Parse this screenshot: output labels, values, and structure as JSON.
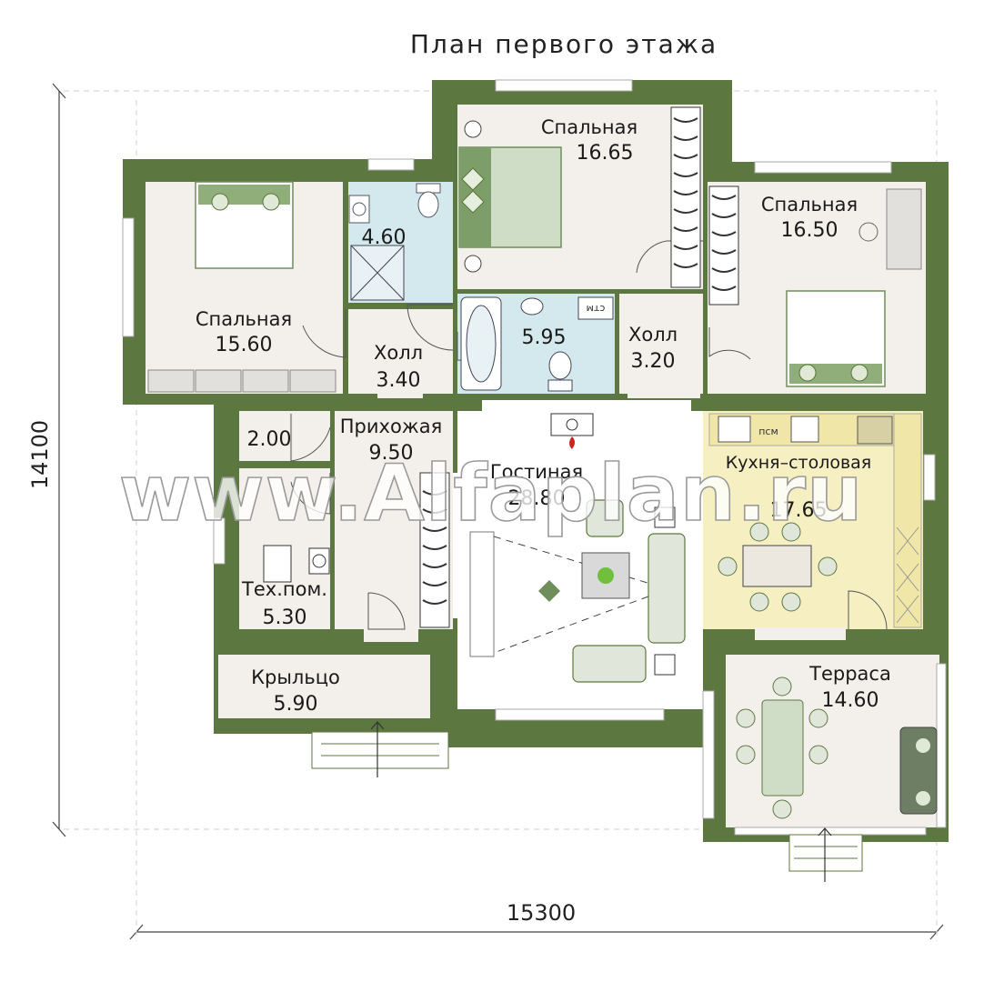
{
  "plan": {
    "title": "План первого этажа",
    "dimensions": {
      "width": "15300",
      "height": "14100"
    },
    "watermark": "www.Alfaplan.ru",
    "colors": {
      "wall": "#5c7740",
      "floor": "#f3f0ec",
      "bath": "#d3e9ee",
      "kitchen": "#f5efc2",
      "living": "#ffffff",
      "furniture": "#6e8e5c",
      "text": "#1a1a1a"
    },
    "rooms": [
      {
        "id": "bedroom-1",
        "name": "Спальная",
        "area": "15.60"
      },
      {
        "id": "bathroom-1",
        "name": "",
        "area": "4.60"
      },
      {
        "id": "bedroom-2",
        "name": "Спальная",
        "area": "16.65"
      },
      {
        "id": "bedroom-3",
        "name": "Спальная",
        "area": "16.50"
      },
      {
        "id": "hall-1",
        "name": "Холл",
        "area": "3.40"
      },
      {
        "id": "bathroom-2",
        "name": "",
        "area": "5.95"
      },
      {
        "id": "hall-2",
        "name": "Холл",
        "area": "3.20"
      },
      {
        "id": "closet",
        "name": "",
        "area": "2.00"
      },
      {
        "id": "hallway",
        "name": "Прихожая",
        "area": "9.50"
      },
      {
        "id": "living",
        "name": "Гостиная",
        "area": "28.80"
      },
      {
        "id": "kitchen",
        "name": "Кухня–столовая",
        "area": "17.65"
      },
      {
        "id": "tech",
        "name": "Тех.пом.",
        "area": "5.30"
      },
      {
        "id": "porch",
        "name": "Крыльцо",
        "area": "5.90"
      },
      {
        "id": "terrace",
        "name": "Терраса",
        "area": "14.60"
      }
    ],
    "appliance_labels": {
      "washer": "стм",
      "dishwasher": "псм"
    }
  }
}
